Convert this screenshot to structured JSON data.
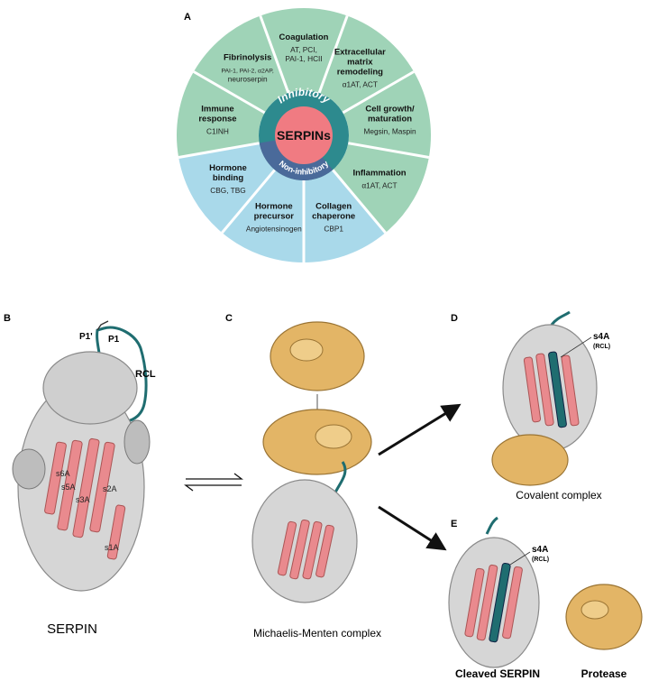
{
  "panel_letters": {
    "a": "A",
    "b": "B",
    "c": "C",
    "d": "D",
    "e": "E"
  },
  "wheel": {
    "center": "SERPINs",
    "ring_inhibitory": "Inhibitory",
    "ring_non_inhibitory": "Non-inhibitory",
    "colors": {
      "inhibitory_segment": "#9fd3b7",
      "non_inhibitory_segment": "#a9d9ea",
      "ring_teal": "#2d8a8e",
      "ring_blue": "#4a6a9a",
      "center_pink": "#f07b82"
    },
    "segments": [
      {
        "group": "inhibitory",
        "title": [
          "Coagulation"
        ],
        "members": [
          "AT, PCI,",
          "PAI-1, HCII"
        ]
      },
      {
        "group": "inhibitory",
        "title": [
          "Extracellular",
          "matrix",
          "remodeling"
        ],
        "members": [
          "α1AT, ACT"
        ]
      },
      {
        "group": "inhibitory",
        "title": [
          "Cell growth/",
          "maturation"
        ],
        "members": [
          "Megsin, Maspin"
        ]
      },
      {
        "group": "inhibitory",
        "title": [
          "Inflammation"
        ],
        "members": [
          "α1AT, ACT"
        ]
      },
      {
        "group": "non_inhibitory",
        "title": [
          "Collagen",
          "chaperone"
        ],
        "members": [
          "CBP1"
        ]
      },
      {
        "group": "non_inhibitory",
        "title": [
          "Hormone",
          "precursor"
        ],
        "members": [
          "Angiotensinogen"
        ]
      },
      {
        "group": "non_inhibitory",
        "title": [
          "Hormone",
          "binding"
        ],
        "members": [
          "CBG, TBG"
        ]
      },
      {
        "group": "inhibitory",
        "title": [
          "Immune",
          "response"
        ],
        "members": [
          "C1INH"
        ]
      },
      {
        "group": "inhibitory",
        "title": [
          "Fibrinolysis"
        ],
        "members": [
          "PAI-1, PAI-2, α2AP,",
          "neuroserpin"
        ]
      }
    ]
  },
  "panel_b": {
    "label_p1prime": "P1'",
    "label_p1": "P1",
    "label_rcl": "RCL",
    "strand_labels": [
      "s6A",
      "s5A",
      "s3A",
      "s2A",
      "s1A"
    ],
    "caption": "SERPIN"
  },
  "panel_c": {
    "caption": "Michaelis-Menten complex"
  },
  "panel_d": {
    "label_s4a": "s4A",
    "label_rcl": "(RCL)",
    "caption": "Covalent complex"
  },
  "panel_e": {
    "label_s4a": "s4A",
    "label_rcl": "(RCL)",
    "caption_serpin": "Cleaved SERPIN",
    "caption_protease": "Protease"
  },
  "structure_colors": {
    "serpin": "#c9c9c9",
    "strand": "#e98a8e",
    "rcl": "#1f6d70",
    "protease": "#e3b566"
  }
}
